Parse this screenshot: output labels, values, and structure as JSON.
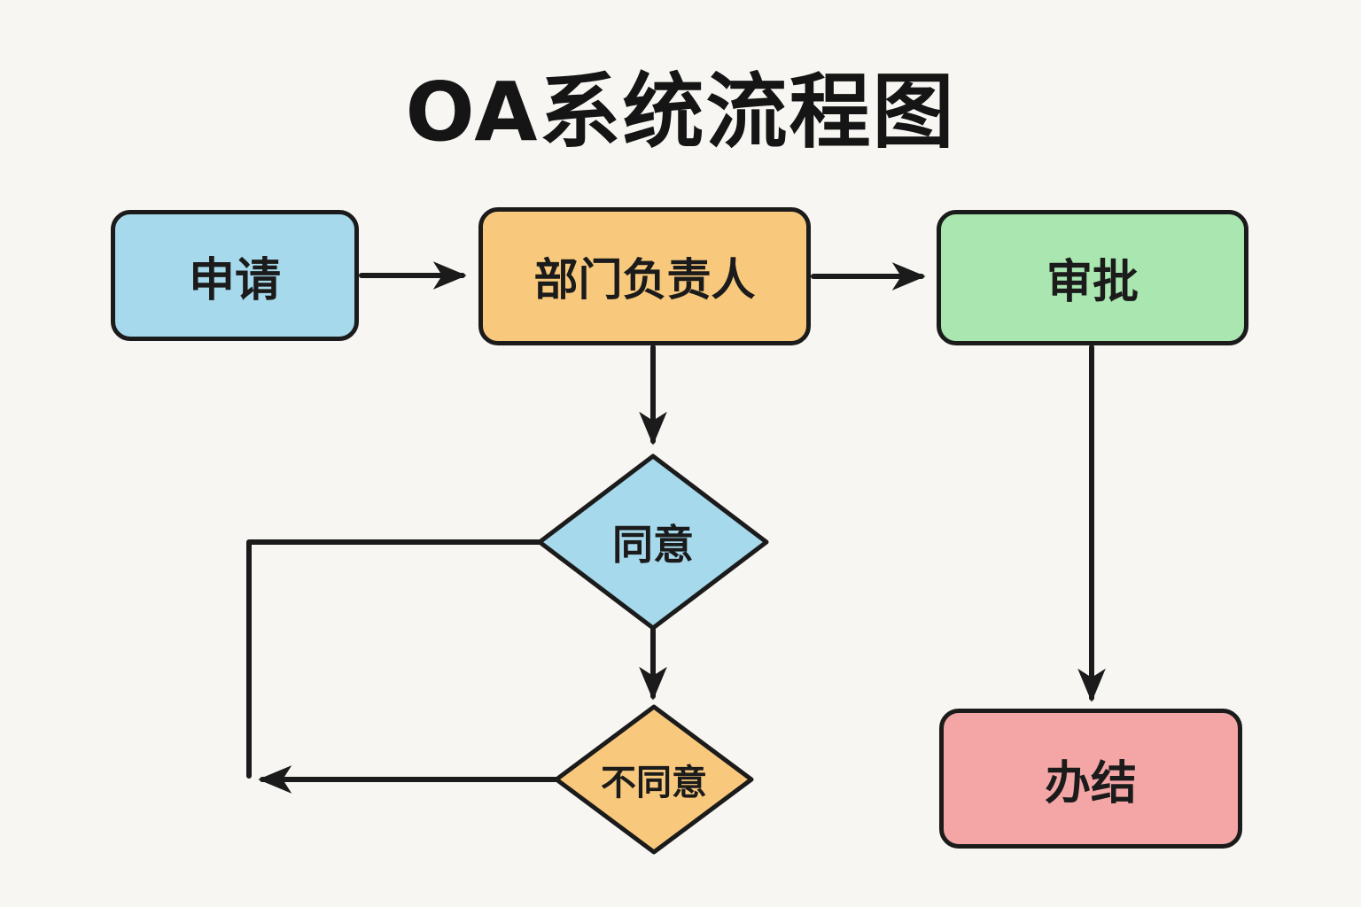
{
  "title": "OA系统流程图",
  "colors": {
    "blue": "#a6d9ec",
    "orange": "#f8c97d",
    "green": "#a9e6b0",
    "pink": "#f4a6a6",
    "line": "#1b1b1b",
    "background": "#f7f6f3"
  },
  "nodes": {
    "apply": {
      "label": "申请",
      "type": "process"
    },
    "dept_head": {
      "label": "部门负责人",
      "type": "process"
    },
    "approve": {
      "label": "审批",
      "type": "process"
    },
    "agree": {
      "label": "同意",
      "type": "decision"
    },
    "disagree": {
      "label": "不同意",
      "type": "decision"
    },
    "complete": {
      "label": "办结",
      "type": "process"
    }
  }
}
